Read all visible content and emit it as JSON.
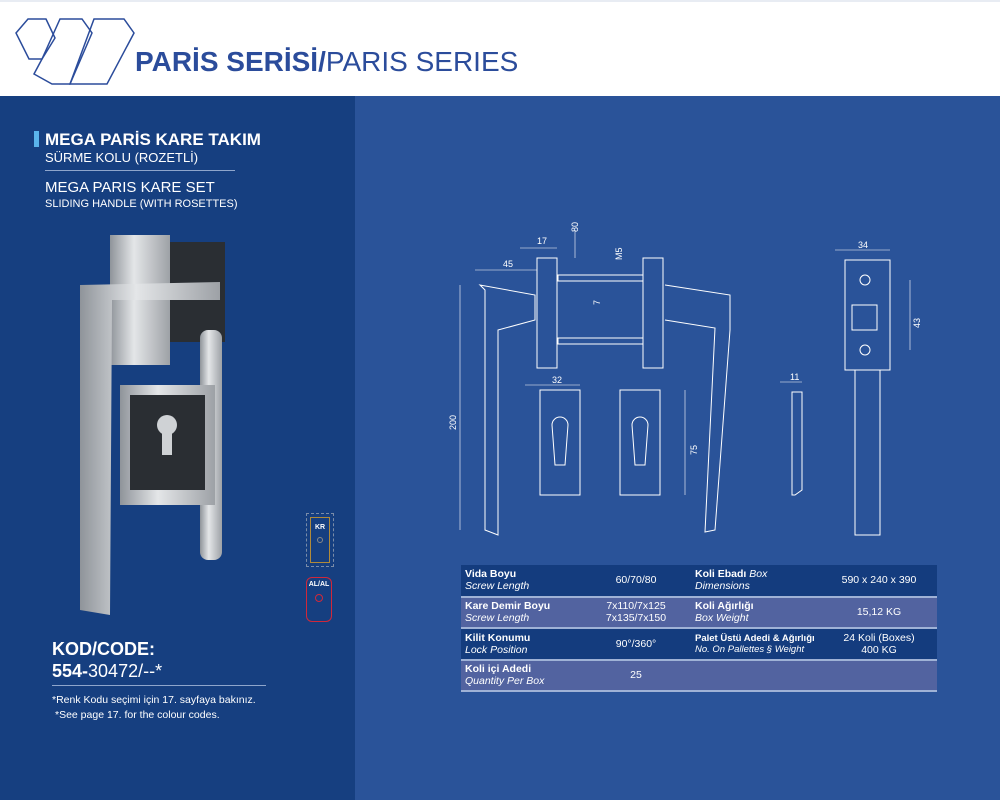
{
  "header": {
    "title_bold": "PARİS SERİSİ/",
    "title_light": "PARIS SERIES"
  },
  "product": {
    "name_tr": "MEGA PARİS KARE TAKIM",
    "sub_tr": "SÜRME KOLU (ROZETLİ)",
    "name_en": "MEGA PARIS KARE SET",
    "sub_en": "SLIDING HANDLE (WITH ROSETTES)"
  },
  "code": {
    "label": "KOD/CODE:",
    "prefix": "554-",
    "value": "30472/--*"
  },
  "notes": [
    "*Renk Kodu seçimi için 17. sayfaya bakınız.",
    "*See page 17. for the colour codes."
  ],
  "swatches": [
    {
      "label": "KR",
      "color": "#b08a3a"
    },
    {
      "label": "AL/AL",
      "color": "#d0283a"
    }
  ],
  "dimensions": {
    "d80": "80",
    "d17": "17",
    "d45": "45",
    "m5": "M5",
    "d7": "7",
    "d200": "200",
    "d32": "32",
    "d75": "75",
    "d34": "34",
    "d43": "43",
    "d11": "11"
  },
  "specs": [
    {
      "label": "Vida Boyu",
      "label_en": "Screw Length",
      "value": "60/70/80",
      "label2": "Koli Ebadı",
      "label2_it": "Box",
      "label2_en": "Dimensions",
      "value2": "590 x 240 x 390"
    },
    {
      "label": "Kare Demir Boyu",
      "label_en": "Screw Length",
      "value": "7x110/7x125",
      "value_b": "7x135/7x150",
      "label2": "Koli Ağırlığı",
      "label2_it": "",
      "label2_en": "Box Weight",
      "value2": "15,12 KG"
    },
    {
      "label": "Kilit Konumu",
      "label_en": "Lock Position",
      "value": "90°/360°",
      "label2": "Palet Üstü Adedi & Ağırlığı",
      "label2_it": "",
      "label2_en": "No. On Pallettes § Weight",
      "value2": "24 Koli (Boxes)",
      "value2_b": "400 KG"
    },
    {
      "label": "Koli içi Adedi",
      "label_en": "Quantity Per Box",
      "value": "25",
      "label2": "",
      "label2_it": "",
      "label2_en": "",
      "value2": ""
    }
  ]
}
